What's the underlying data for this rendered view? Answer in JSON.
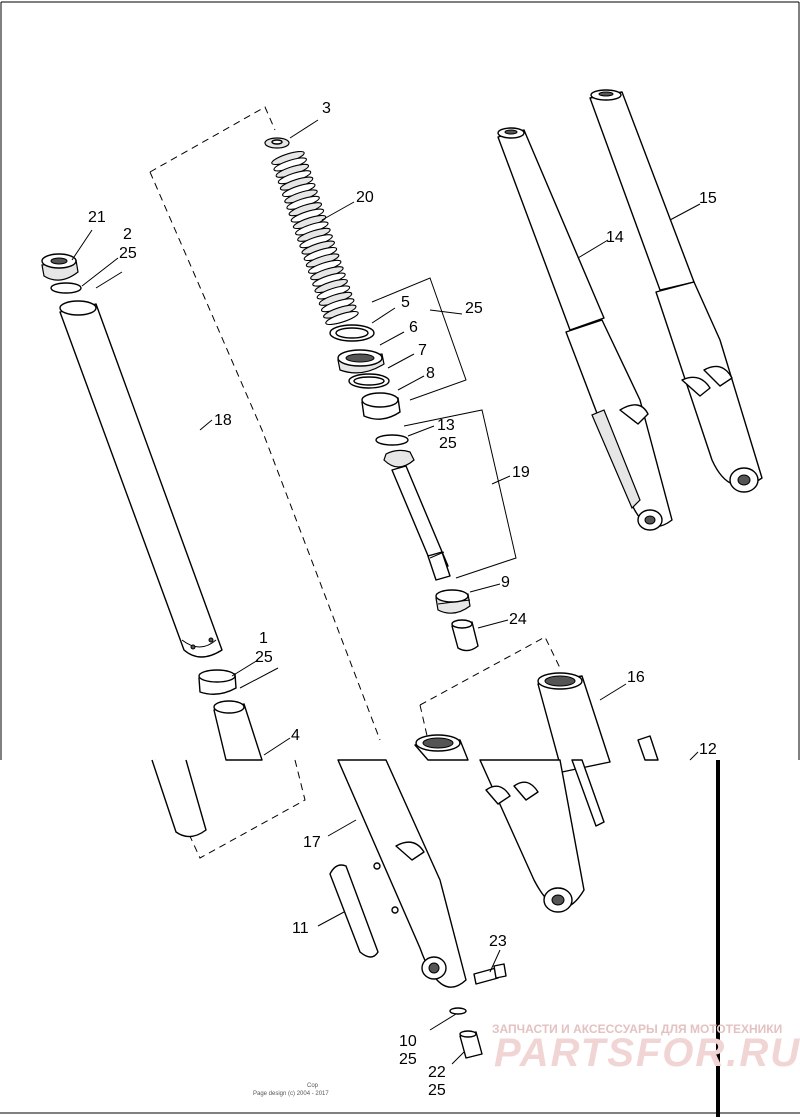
{
  "callouts": {
    "c1": "1",
    "c2": "2",
    "c3": "3",
    "c4": "4",
    "c5": "5",
    "c6": "6",
    "c7": "7",
    "c8": "8",
    "c9": "9",
    "c10": "10",
    "c11": "11",
    "c12": "12",
    "c13": "13",
    "c14": "14",
    "c15": "15",
    "c16": "16",
    "c17": "17",
    "c18": "18",
    "c19": "19",
    "c20": "20",
    "c21": "21",
    "c22": "22",
    "c23": "23",
    "c24": "24",
    "c25": "25"
  },
  "watermark": {
    "tagline": "ЗАПЧАСТИ И АКСЕССУАРЫ ДЛЯ МОТОТЕХНИКИ",
    "brand": "PARTSFOR.RU"
  },
  "footer": {
    "copyright": "Cop",
    "page_design": "Page design (c) 2004 - 2017"
  },
  "colors": {
    "line": "#000000",
    "watermark": "#f1d4d4"
  }
}
